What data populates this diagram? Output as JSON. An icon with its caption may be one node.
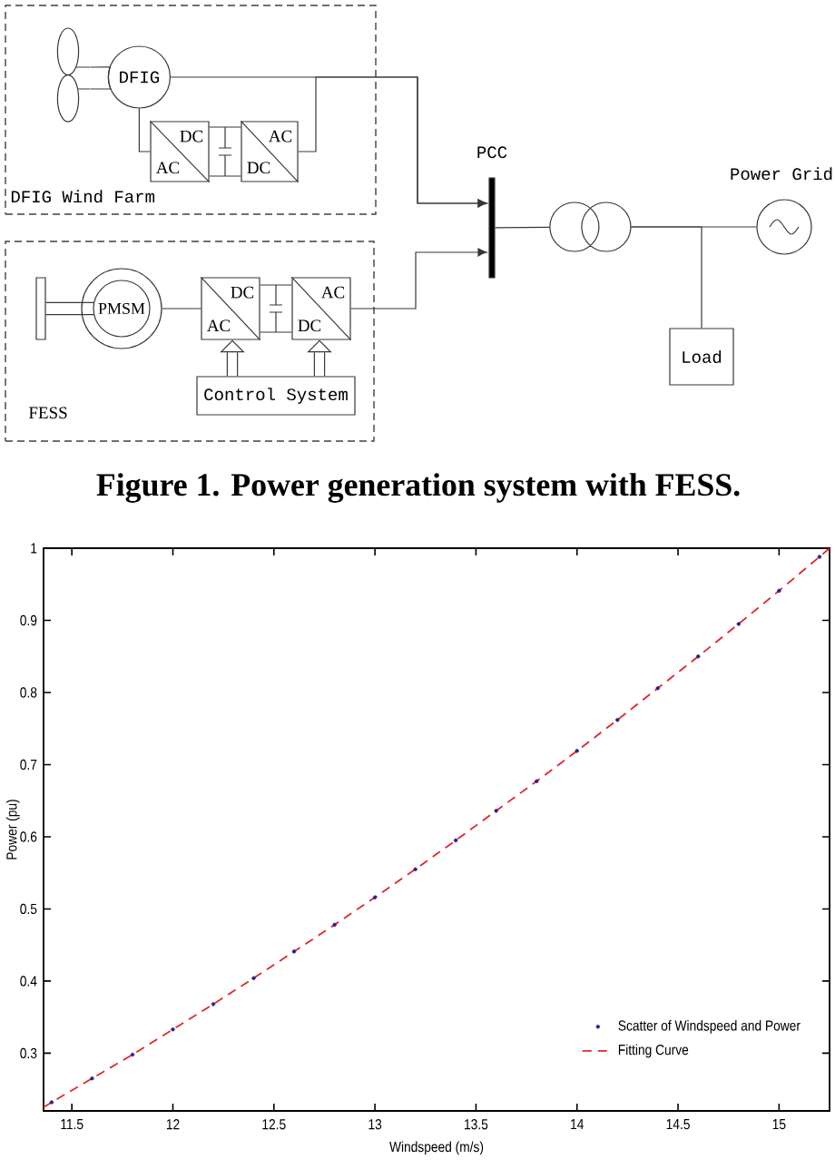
{
  "diagram": {
    "caption": "Figure 1. Power generation system with FESS.",
    "nodes": [
      {
        "text": [
          "DFIG Wind Farm"
        ]
      },
      {
        "text": [],
        "shape": "picture",
        "in": 0
      },
      {
        "text": [
          "DFIG"
        ],
        "in": 0
      },
      {
        "text": [
          "DC",
          "AC"
        ],
        "in": 0
      },
      {
        "text": [
          "AC",
          "DC"
        ],
        "in": 0
      },
      {
        "text": [
          "FESS"
        ]
      },
      {
        "text": [],
        "shape": "bar",
        "in": 5
      },
      {
        "text": [
          "PMSM"
        ],
        "in": 5
      },
      {
        "text": [
          "DC",
          "AC"
        ],
        "in": 5
      },
      {
        "text": [
          "AC",
          "DC"
        ],
        "in": 5
      },
      {
        "text": [
          "Control System"
        ],
        "in": 5
      },
      {
        "text": [],
        "shape": "bar",
        "beside": [
          "PCC"
        ]
      },
      {
        "text": [],
        "shape": "picture"
      },
      {
        "text": [],
        "shape": "circle",
        "beside": [
          "Power Grid"
        ]
      },
      {
        "text": [
          "Load"
        ]
      }
    ],
    "edges": [
      {
        "from": 1,
        "to": 2,
        "arrow": "none"
      },
      {
        "from": 2,
        "to": 3,
        "arrow": "none"
      },
      {
        "from": 3,
        "to": 4,
        "arrow": "none"
      },
      {
        "from": 2,
        "to": 11,
        "arrow": "to"
      },
      {
        "from": 4,
        "to": 11,
        "arrow": "to"
      },
      {
        "from": 6,
        "to": 7,
        "arrow": "none"
      },
      {
        "from": 7,
        "to": 8,
        "arrow": "none"
      },
      {
        "from": 8,
        "to": 9,
        "arrow": "none"
      },
      {
        "from": 9,
        "to": 11,
        "arrow": "to"
      },
      {
        "from": 10,
        "to": 8,
        "arrow": "to"
      },
      {
        "from": 10,
        "to": 9,
        "arrow": "to"
      },
      {
        "from": 11,
        "to": 12,
        "arrow": "none"
      },
      {
        "from": 12,
        "to": 13,
        "arrow": "none"
      },
      {
        "from": 12,
        "to": 14,
        "arrow": "none"
      }
    ],
    "chart_data": {
      "type": "scatter",
      "xlabel": "Windspeed (m/s)",
      "ylabel": "Power (pu)",
      "x": [
        11.36,
        11.4,
        11.6,
        11.8,
        12.0,
        12.2,
        12.4,
        12.6,
        12.8,
        13.0,
        13.2,
        13.4,
        13.6,
        13.8,
        14.0,
        14.2,
        14.4,
        14.6,
        14.8,
        15.0,
        15.2,
        15.25
      ],
      "series": [
        {
          "name": "Scatter of Windspeed and Power",
          "color": "#2e1f8f",
          "values": [
            null,
            0.232,
            0.265,
            0.298,
            0.333,
            0.368,
            0.404,
            0.441,
            0.478,
            0.516,
            0.555,
            0.595,
            0.636,
            0.677,
            0.719,
            0.762,
            0.806,
            0.85,
            0.895,
            0.941,
            0.988,
            null
          ]
        },
        {
          "name": "Fitting Curve",
          "type": "line",
          "line_style": "dashed",
          "color": "#e3262b",
          "values": [
            0.225,
            0.232,
            0.265,
            0.298,
            0.333,
            0.368,
            0.404,
            0.441,
            0.478,
            0.516,
            0.555,
            0.595,
            0.636,
            0.677,
            0.719,
            0.762,
            0.806,
            0.85,
            0.895,
            0.941,
            0.988,
            1.0
          ]
        }
      ],
      "legend": "lower right",
      "xlim": [
        11.36,
        15.25
      ],
      "ylim": [
        0.22,
        1.0
      ],
      "xticks": [
        11.5,
        12,
        12.5,
        13,
        13.5,
        14,
        14.5,
        15
      ],
      "yticks": [
        0.3,
        0.4,
        0.5,
        0.6,
        0.7,
        0.8,
        0.9,
        1
      ]
    }
  }
}
